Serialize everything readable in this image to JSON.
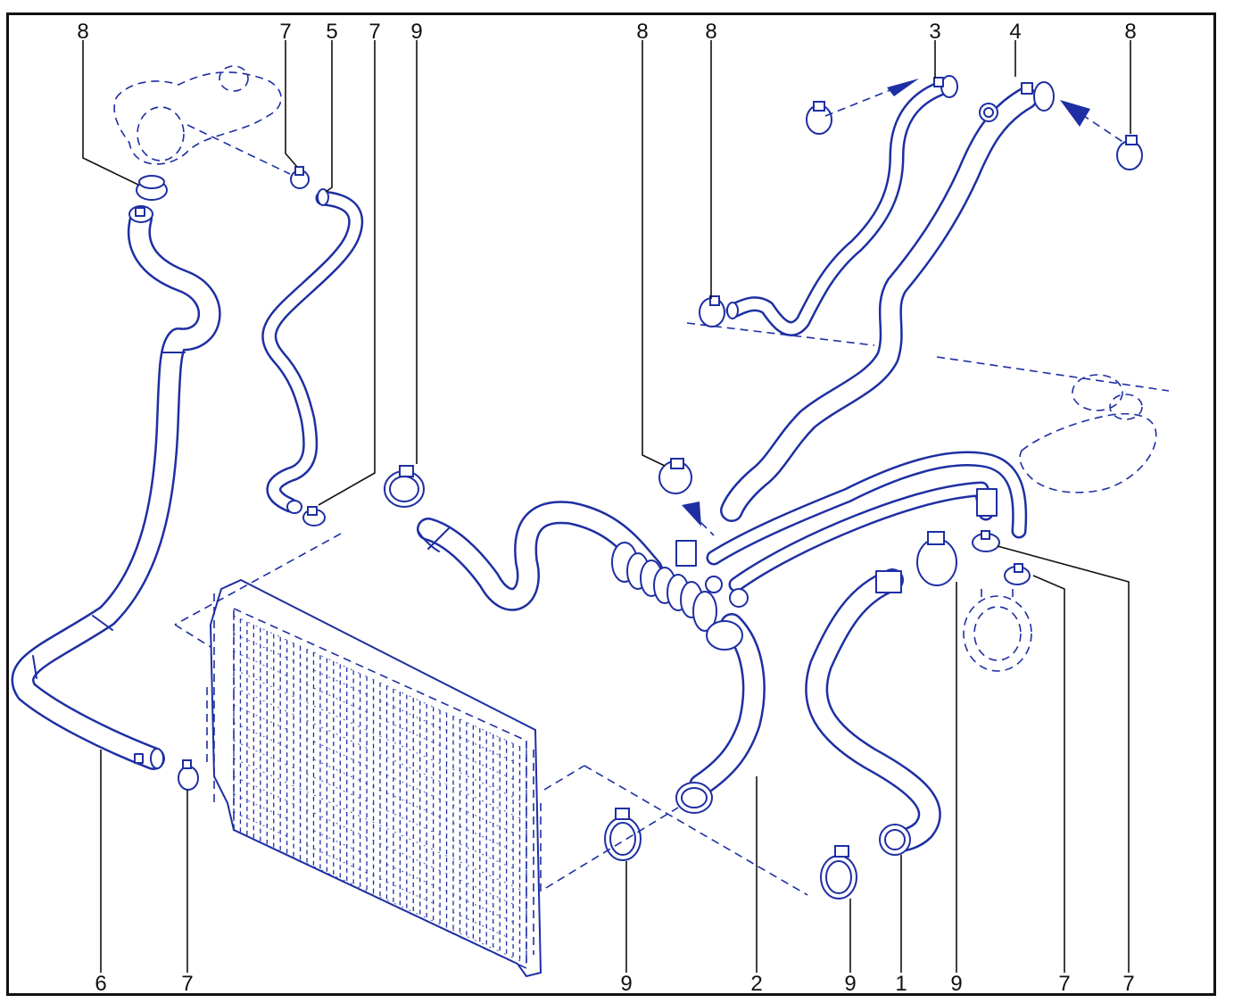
{
  "colors": {
    "line_art": "#1e2fa3",
    "hose_fill": "#ffffff",
    "callout_text": "#111111",
    "frame": "#111111"
  },
  "callouts": {
    "c_8_top_left": "8",
    "c_7_top_a": "7",
    "c_5_top": "5",
    "c_7_top_b": "7",
    "c_9_top": "9",
    "c_8_top_mid_a": "8",
    "c_8_top_mid_b": "8",
    "c_3_top": "3",
    "c_4_top": "4",
    "c_8_top_right": "8",
    "c_6_bottom": "6",
    "c_7_bottom_a": "7",
    "c_9_bottom_a": "9",
    "c_2_bottom": "2",
    "c_9_bottom_b": "9",
    "c_1_bottom": "1",
    "c_9_bottom_c": "9",
    "c_7_bottom_b": "7",
    "c_7_bottom_c": "7"
  }
}
